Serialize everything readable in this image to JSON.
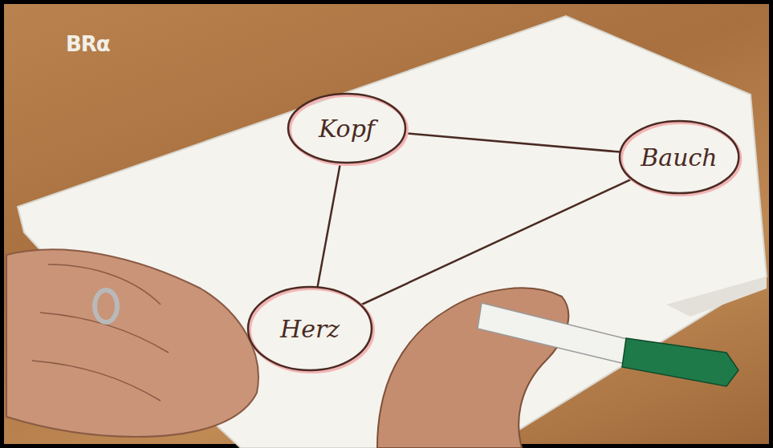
{
  "diagram": {
    "nodes": [
      {
        "text": [
          "Kopf"
        ]
      },
      {
        "text": [
          "Bauch"
        ]
      },
      {
        "text": [
          "Herz"
        ]
      }
    ],
    "edges": [
      {
        "from": 0,
        "to": 1,
        "arrow": "none"
      },
      {
        "from": 0,
        "to": 2,
        "arrow": "none"
      },
      {
        "from": 2,
        "to": 1,
        "arrow": "none"
      }
    ],
    "labels": [
      "BRα"
    ]
  }
}
